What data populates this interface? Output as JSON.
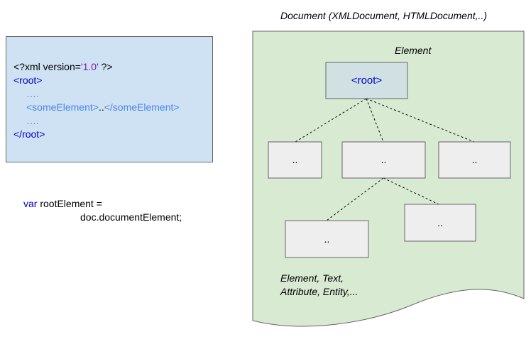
{
  "code": {
    "line1_prefix": "<?xml version=",
    "line1_version": "'1.0'",
    "line1_suffix": " ?>",
    "line2": "<root>",
    "line3": "….",
    "line4_open": "<someElement>",
    "line4_text": "..",
    "line4_close": "</someElement>",
    "line5": "….",
    "line6": "</root>"
  },
  "js": {
    "keyword": "var",
    "line1_rest": " rootElement =",
    "line2": "doc.documentElement;"
  },
  "document_label": "Document (XMLDocument, HTMLDocument,..)",
  "element_label": "Element",
  "tree": {
    "root_label": "<root>",
    "child_labels": [
      "..",
      "..",
      ".."
    ],
    "grandchild_labels": [
      "..",
      ".."
    ]
  },
  "node_types": {
    "line1": "Element, Text,",
    "line2": "Attribute, Entity,..."
  },
  "colors": {
    "code_box_fill": "#cfe2f3",
    "document_fill": "#d9ead3",
    "root_node_fill": "#d0e0e3",
    "node_fill": "#eeeeee",
    "tag_blue": "#0000cc",
    "string_purple": "#7a1fa2",
    "nested_tag_blue": "#4a86e8"
  }
}
